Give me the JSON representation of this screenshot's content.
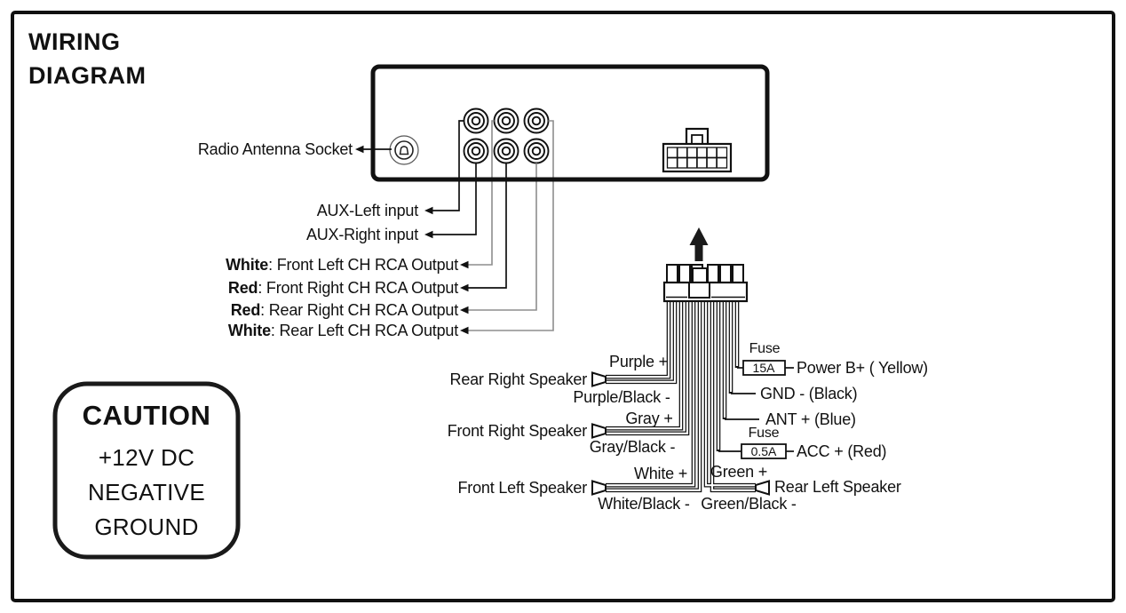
{
  "title": {
    "line1": "WIRING",
    "line2": "DIAGRAM"
  },
  "radio": {
    "antenna_label": "Radio Antenna Socket",
    "aux_inputs": [
      {
        "label": "AUX-Left input"
      },
      {
        "label": "AUX-Right input"
      }
    ],
    "rca_outputs": [
      {
        "bold": "White",
        "rest": ": Front Left CH RCA Output"
      },
      {
        "bold": "Red",
        "rest": ": Front Right CH RCA Output"
      },
      {
        "bold": "Red",
        "rest": ": Rear Right CH RCA Output"
      },
      {
        "bold": "White",
        "rest": ": Rear Left CH RCA Output"
      }
    ]
  },
  "harness": {
    "speakers": [
      {
        "name": "Rear Right Speaker",
        "pos": "Purple +",
        "neg": "Purple/Black -"
      },
      {
        "name": "Front Right Speaker",
        "pos": "Gray +",
        "neg": "Gray/Black -"
      },
      {
        "name": "Front Left Speaker",
        "pos": "White +",
        "neg": "White/Black -"
      },
      {
        "name": "Rear Left Speaker",
        "pos": "Green +",
        "neg": "Green/Black -"
      }
    ],
    "power": [
      {
        "fuse": "Fuse",
        "rating": "15A",
        "label": "Power B+ ( Yellow)"
      },
      {
        "label": "GND - (Black)"
      },
      {
        "label": "ANT + (Blue)"
      },
      {
        "fuse": "Fuse",
        "rating": "0.5A",
        "label": "ACC + (Red)"
      }
    ]
  },
  "caution": {
    "title": "CAUTION",
    "lines": [
      "+12V DC",
      "NEGATIVE",
      "GROUND"
    ]
  },
  "colors": {
    "ink": "#111111",
    "line_gray": "#8e8e8e",
    "background": "#ffffff"
  }
}
